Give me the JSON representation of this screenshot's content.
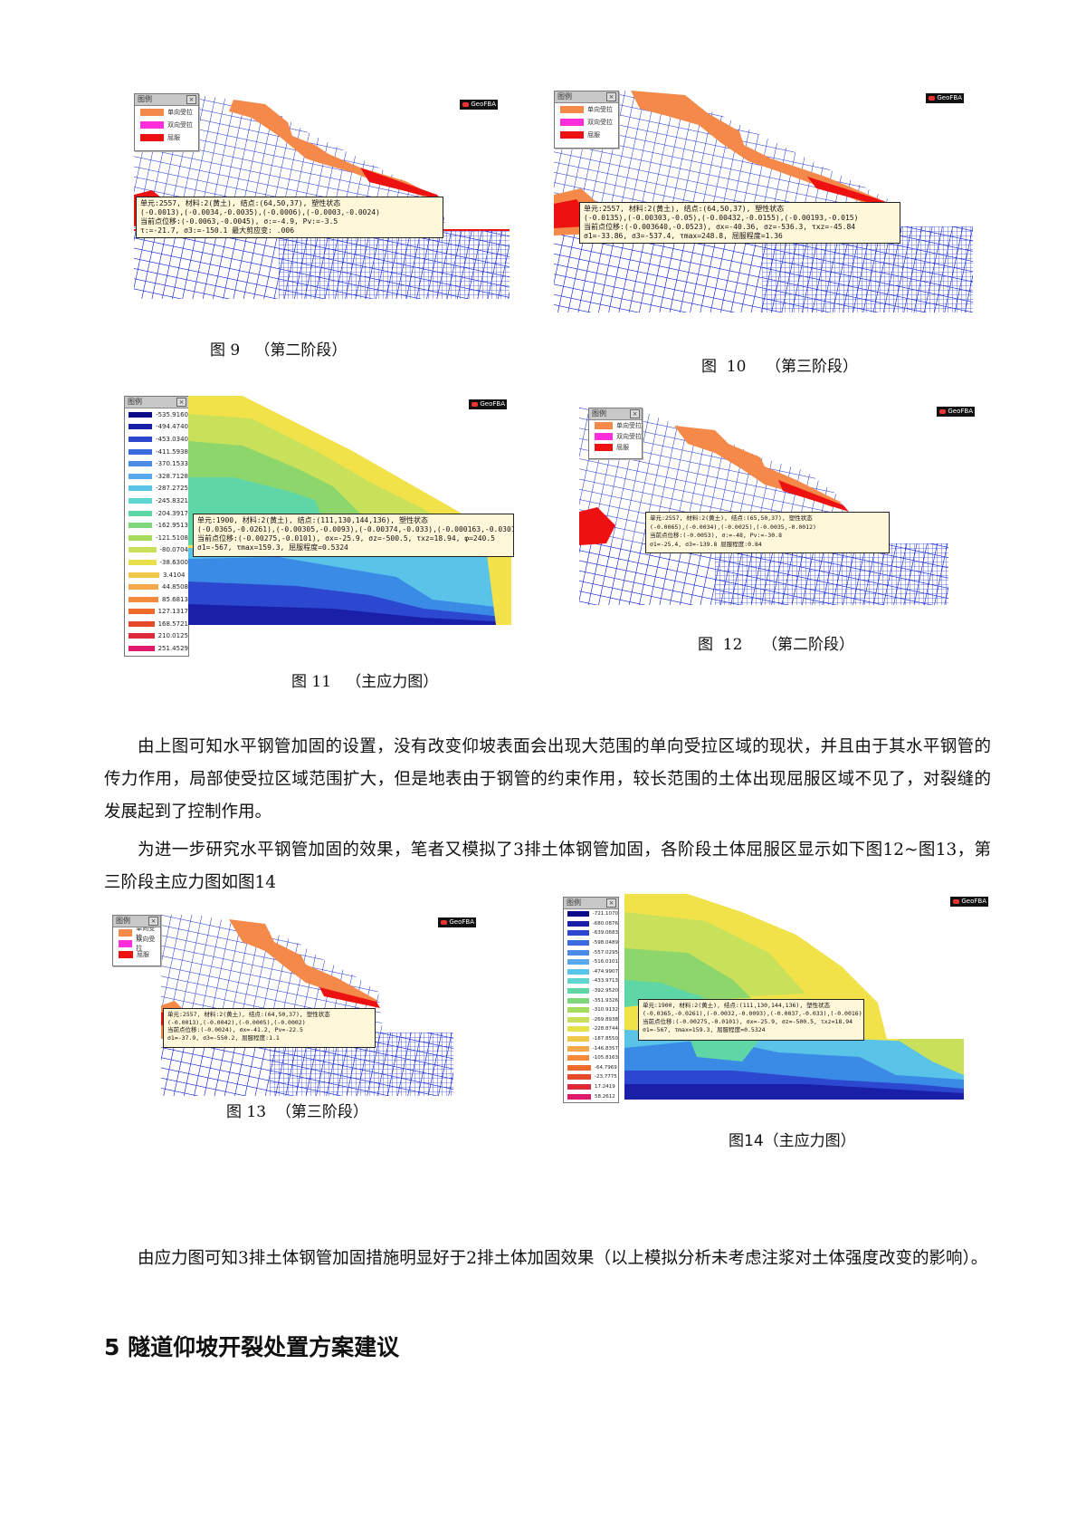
{
  "figures": [
    {
      "id": "fig9",
      "caption": "图 9   （第二阶段）",
      "logo": "GeoFBA",
      "legend": {
        "title": "图例",
        "items": [
          {
            "label": "单向受拉",
            "color": "#f4894a"
          },
          {
            "label": "双向受拉",
            "color": "#ff2ddc"
          },
          {
            "label": "屈服",
            "color": "#ee1111"
          }
        ]
      },
      "tooltip": [
        "单元:2557, 材料:2(黄土), 结点:(64,50,37), 塑性状态",
        "(-0.0013),(-0.0034,-0.0035),(-0.0006),(-0.0003,-0.0024)",
        "当前点位移:(-0.0063,-0.0045), σ:=-4.9, Pv:=-3.5",
        "τ:=-21.7, σ3:=-150.1 最大剪应变: .006"
      ]
    },
    {
      "id": "fig10",
      "caption": "图  10    （第三阶段）",
      "logo": "GeoFBA",
      "legend": {
        "title": "图例",
        "items": [
          {
            "label": "单向受拉",
            "color": "#f4894a"
          },
          {
            "label": "双向受拉",
            "color": "#ff2ddc"
          },
          {
            "label": "屈服",
            "color": "#ee1111"
          }
        ]
      },
      "tooltip": [
        "单元:2557, 材料:2(黄土), 结点:(64,50,37), 塑性状态",
        "(-0.0135),(-0.00303,-0.05),(-0.00432,-0.0155),(-0.00193,-0.015)",
        "当前点位移:(-0.003640,-0.0523), σx=-40.36, σz=-536.3, τxz=-45.84",
        "σ1=-33.86, σ3=-537.4, τmax=248.8, 屈服程度=1.36"
      ]
    },
    {
      "id": "fig11",
      "caption": "图 11   （主应力图）",
      "logo": "GeoFBA",
      "legend": {
        "title": "图例",
        "items": [
          "-535.9160",
          "-494.4740",
          "-453.0340",
          "-411.5938",
          "-370.1533",
          "-328.7128",
          "-287.2725",
          "-245.8321",
          "-204.3917",
          "-162.9513",
          "-121.5108",
          "-80.0704",
          "-38.6300",
          "3.4104",
          "44.8508",
          "85.6813",
          "127.1317",
          "168.5721",
          "210.0125",
          "251.4529"
        ]
      },
      "tooltip": [
        "单元:1900, 材料:2(黄土), 结点:(111,130,144,136), 塑性状态",
        "(-0.0365,-0.0261),(-0.00305,-0.0093),(-0.00374,-0.033),(-0.000163,-0.0301)",
        "当前点位移:(-0.00275,-0.0101), σx=-25.9, σz=-500.5, τxz=18.94, φ=240.5",
        "σ1=-567, τmax=159.3, 屈服程度=0.5324"
      ]
    },
    {
      "id": "fig12",
      "caption": "图  12    （第二阶段）",
      "logo": "GeoFBA",
      "legend": {
        "title": "图例",
        "items": [
          {
            "label": "单向受拉",
            "color": "#f4894a"
          },
          {
            "label": "双向受拉",
            "color": "#ff2ddc"
          },
          {
            "label": "屈服",
            "color": "#ee1111"
          }
        ]
      },
      "tooltip": [
        "单元:2557, 材料:2(黄土), 结点:(65,50,37), 塑性状态",
        "(-0.0065),(-0.0034),(-0.0025),(-0.0035,-0.0012)",
        "当前点位移:(-0.0053), σ:=-48, Pv:=-30.8",
        "σ1=-25.4, σ3=-139.8 屈服程度:0.84"
      ]
    },
    {
      "id": "fig13",
      "caption": "图 13  （第三阶段）",
      "logo": "GeoFBA",
      "legend": {
        "title": "图例",
        "items": [
          {
            "label": "单向受拉",
            "color": "#f4894a"
          },
          {
            "label": "双向受拉",
            "color": "#ff2ddc"
          },
          {
            "label": "屈服",
            "color": "#ee1111"
          }
        ]
      },
      "tooltip": [
        "单元:2557, 材料:2(黄土), 结点:(64,50,37), 塑性状态",
        "(-0.0013),(-0.0042),(-0.0005),(-0.0002)",
        "当前点位移:(-0.0024), σx=-41.2, Pv=-22.5",
        "σ1=-37.9, σ3=-550.2, 屈服程度:1.1"
      ]
    },
    {
      "id": "fig14",
      "caption": "图14（主应力图）",
      "logo": "GeoFBA",
      "legend": {
        "title": "图例",
        "items": [
          "-721.1070",
          "-680.0876",
          "-639.0683",
          "-598.0489",
          "-557.0295",
          "-516.0101",
          "-474.9907",
          "-433.9713",
          "-392.9520",
          "-351.9326",
          "-310.9132",
          "-269.8938",
          "-228.8744",
          "-187.8550",
          "-146.8357",
          "-105.8163",
          "-64.7969",
          "-23.7775",
          "17.2419",
          "58.2612"
        ]
      },
      "tooltip": [
        "单元:1900, 材料:2(黄土), 结点:(111,130,144,136), 塑性状态",
        "(-0.0365,-0.0261),(-0.0032,-0.0093),(-0.0037,-0.033),(-0.0016)",
        "当前点位移:(-0.00275,-0.0101), σx=-25.9, σz=-500.5, τxz=18.94",
        "σ1=-567, τmax=159.3, 屈服程度=0.5324"
      ]
    }
  ],
  "paragraphs": [
    "由上图可知水平钢管加固的设置，没有改变仰坡表面会出现大范围的单向受拉区域的现状，并且由于其水平钢管的传力作用，局部使受拉区域范围扩大，但是地表由于钢管的约束作用，较长范围的土体出现屈服区域不见了，对裂缝的发展起到了控制作用。",
    "为进一步研究水平钢管加固的效果，笔者又模拟了3排土体钢管加固，各阶段土体屈服区显示如下图12~图13，第三阶段主应力图如图14",
    "由应力图可知3排土体钢管加固措施明显好于2排土体加固效果（以上模拟分析未考虑注浆对土体强度改变的影响）。"
  ],
  "section_heading": "5  隧道仰坡开裂处置方案建议",
  "colors": {
    "mesh": "#1a2bd6",
    "tension": "#f4894a",
    "yield": "#ee1111"
  }
}
